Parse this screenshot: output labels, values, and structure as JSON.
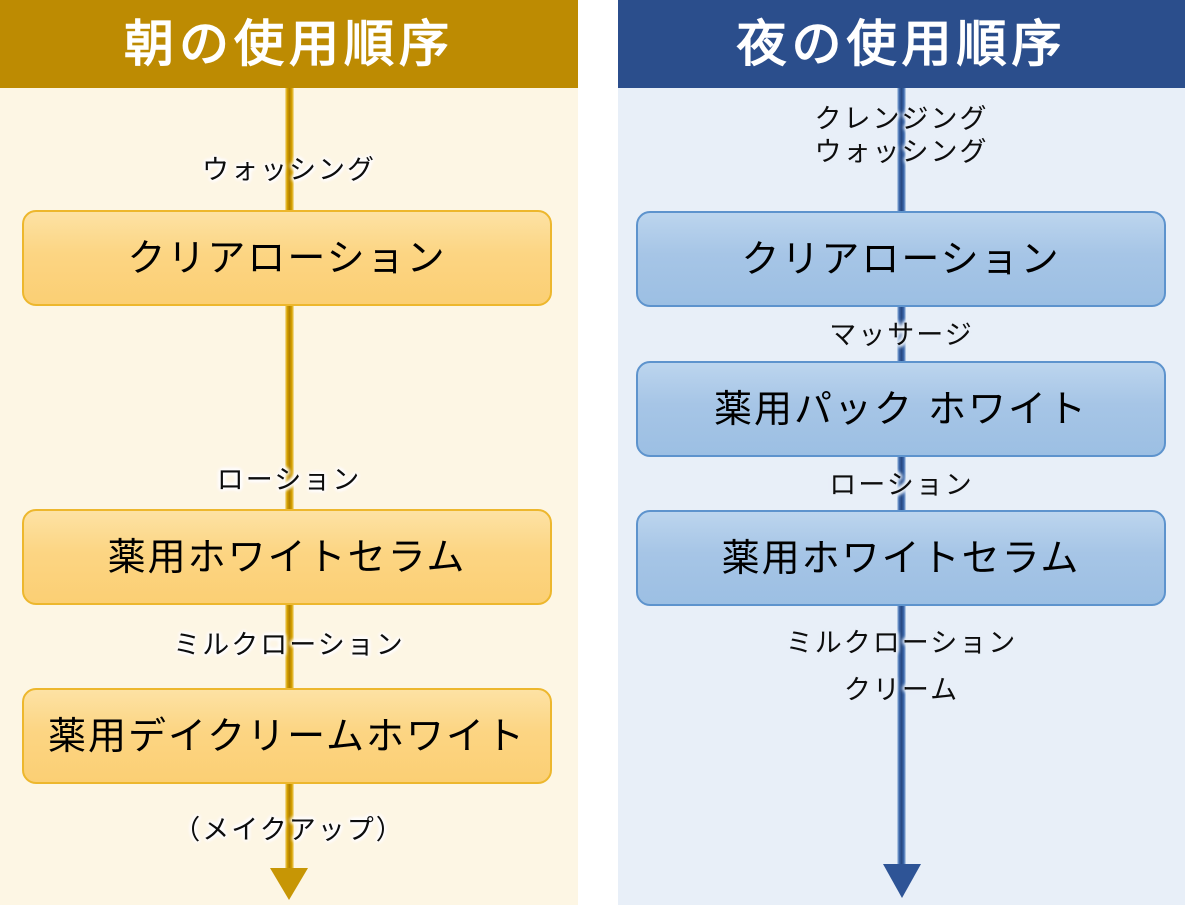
{
  "diagram": {
    "kind": "skincare-usage-order-flowchart",
    "panel_count": 2
  },
  "morning": {
    "header": {
      "title": "朝の使用順序",
      "bar_color": "#bd8b02",
      "title_color": "#ffffff"
    },
    "panel_background": "#fdf6e4",
    "accent_color": "#c79605",
    "box_fill": "#fcd583",
    "box_border": "#edb72d",
    "captions": {
      "c1": "ウォッシング",
      "c2": "ローション",
      "c3": "ミルクローション",
      "c4": "（メイクアップ）"
    },
    "steps": [
      {
        "label": "クリアローション"
      },
      {
        "label": "薬用ホワイトセラム"
      },
      {
        "label": "薬用デイクリームホワイト"
      }
    ]
  },
  "night": {
    "header": {
      "title": "夜の使用順序",
      "bar_color": "#2b4e8c",
      "title_color": "#ffffff"
    },
    "panel_background": "#e8eff8",
    "accent_color": "#2e5496",
    "box_fill": "#a6c5e6",
    "box_border": "#5d93cd",
    "captions": {
      "c1_line1": "クレンジング",
      "c1_line2": "ウォッシング",
      "c2": "マッサージ",
      "c3": "ローション",
      "c4_line1": "ミルクローション",
      "c4_line2": "クリーム"
    },
    "steps": [
      {
        "label": "クリアローション"
      },
      {
        "label": "薬用パック ホワイト"
      },
      {
        "label": "薬用ホワイトセラム"
      }
    ]
  }
}
